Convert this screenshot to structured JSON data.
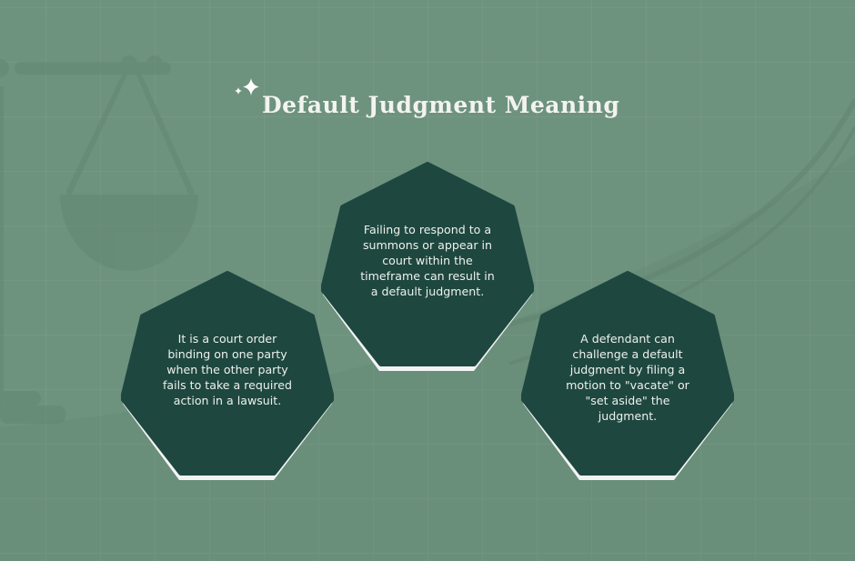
{
  "header": {
    "title": "Default Judgment Meaning",
    "sparkle_icon": "sparkle-icon"
  },
  "background": {
    "color": "#6d927e",
    "decor_icon": "scales-of-justice-icon"
  },
  "cards": [
    {
      "position": "left",
      "text": "It is a court order binding on one party when the other party fails to take a required action in a lawsuit."
    },
    {
      "position": "center",
      "text": "Failing to respond to a summons or appear in court within the timeframe can result in a default judgment."
    },
    {
      "position": "right",
      "text": "A defendant can challenge a default judgment by filing a motion to \"vacate\" or \"set aside\" the judgment."
    }
  ],
  "colors": {
    "card_fill": "#1e4740",
    "card_shadow": "#f2f4f3",
    "title_text": "#f3f3ef"
  }
}
